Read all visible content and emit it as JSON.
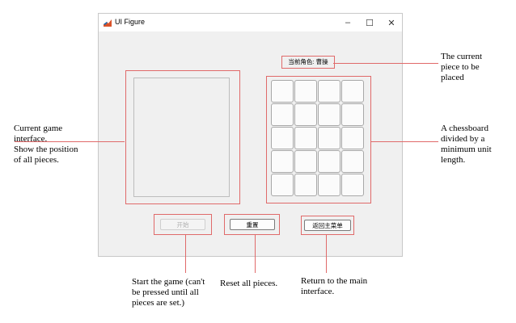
{
  "window": {
    "title": "UI Figure",
    "controls": {
      "minimize": "–",
      "maximize": "☐",
      "close": "✕"
    }
  },
  "main": {
    "current_role_label": "当前角色: 曹操",
    "board": {
      "rows": 5,
      "cols": 4
    },
    "buttons": {
      "start": "开始",
      "reset": "重置",
      "return": "返回主菜单"
    }
  },
  "annotations": {
    "current_piece": [
      "The current",
      "piece to be",
      "placed"
    ],
    "game_interface": [
      "Current game",
      "interface.",
      "Show the position",
      "of all pieces."
    ],
    "chessboard": [
      "A chessboard",
      "divided by a",
      "minimum unit",
      "length."
    ],
    "start": [
      "Start the game (can't",
      "be pressed until all",
      "pieces are set.)"
    ],
    "reset": [
      "Reset all pieces."
    ],
    "return": [
      "Return to the main",
      "interface."
    ]
  },
  "colors": {
    "annotation_line": "#e06a6a",
    "window_bg": "#f0f0f0"
  }
}
